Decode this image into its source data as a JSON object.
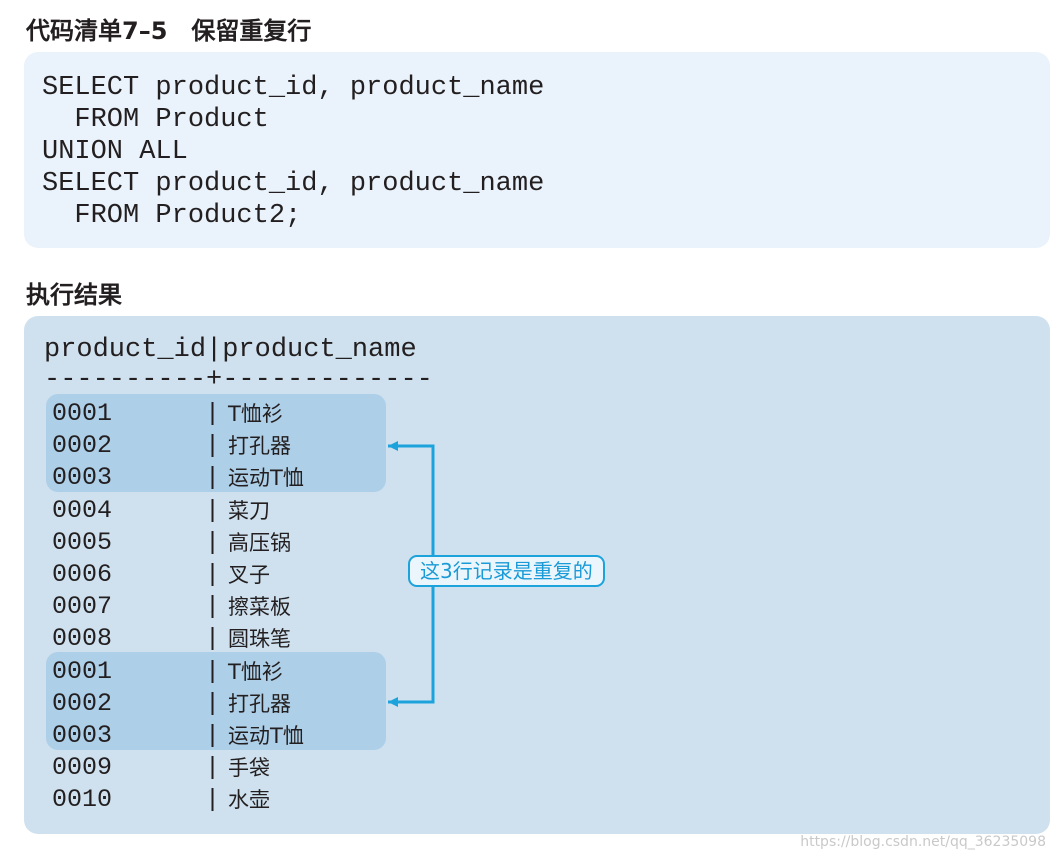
{
  "listing": {
    "title": "代码清单7–5　保留重复行",
    "code": [
      "SELECT product_id, product_name",
      "  FROM Product",
      "UNION ALL",
      "SELECT product_id, product_name",
      "  FROM Product2;"
    ]
  },
  "result": {
    "title": "执行结果",
    "header_line": "product_id|product_name",
    "separator_line": "----------+-------------",
    "rows": [
      {
        "id": "0001",
        "sep": "|",
        "name": "T恤衫"
      },
      {
        "id": "0002",
        "sep": "|",
        "name": "打孔器"
      },
      {
        "id": "0003",
        "sep": "|",
        "name": "运动T恤"
      },
      {
        "id": "0004",
        "sep": "|",
        "name": "菜刀"
      },
      {
        "id": "0005",
        "sep": "|",
        "name": "高压锅"
      },
      {
        "id": "0006",
        "sep": "|",
        "name": "叉子"
      },
      {
        "id": "0007",
        "sep": "|",
        "name": "擦菜板"
      },
      {
        "id": "0008",
        "sep": "|",
        "name": "圆珠笔"
      },
      {
        "id": "0001",
        "sep": "|",
        "name": "T恤衫"
      },
      {
        "id": "0002",
        "sep": "|",
        "name": "打孔器"
      },
      {
        "id": "0003",
        "sep": "|",
        "name": "运动T恤"
      },
      {
        "id": "0009",
        "sep": "|",
        "name": "手袋"
      },
      {
        "id": "0010",
        "sep": "|",
        "name": "水壶"
      }
    ],
    "duplicate_note": "这3行记录是重复的"
  },
  "watermark": "https://blog.csdn.net/qq_36235098",
  "colors": {
    "code_background": "#eaf3fb",
    "result_background": "#cfe1ef",
    "duplicate_highlight": "#aecfe8",
    "callout_accent": "#1ca3dc"
  }
}
